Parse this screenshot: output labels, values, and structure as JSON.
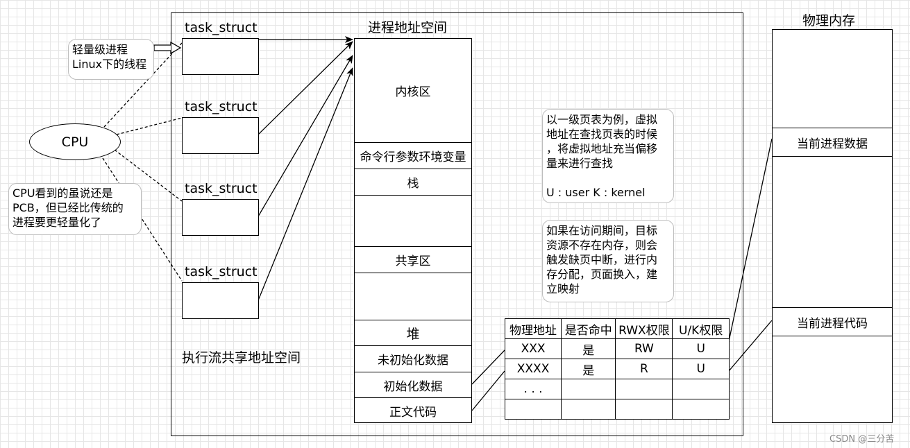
{
  "left_notes": {
    "lightweight": "轻量级进程\nLinux下的线程",
    "cpu_view": "CPU看到的虽说还是\nPCB，但已经比传统的\n进程要更轻量化了"
  },
  "cpu_label": "CPU",
  "task_struct_labels": [
    "task_struct",
    "task_struct",
    "task_struct",
    "task_struct"
  ],
  "shared_caption": "执行流共享地址空间",
  "address_space": {
    "title": "进程地址空间",
    "segments": {
      "kernel": "内核区",
      "cmdline_env": "命令行参数环境变量",
      "stack": "栈",
      "shared": "共享区",
      "heap": "堆",
      "bss": "未初始化数据",
      "data": "初始化数据",
      "text": "正文代码"
    }
  },
  "right_notes": {
    "page_table": "以一级页表为例，虚拟\n地址在查找页表的时候\n，将虚拟地址充当偏移\n量来进行查找\n\nU : user K : kernel",
    "page_fault": "如果在访问期间，目标\n资源不存在内存，则会\n触发缺页中断，进行内\n存分配，页面换入，建\n立映射"
  },
  "page_table": {
    "headers": [
      "物理地址",
      "是否命中",
      "RWX权限",
      "U/K权限"
    ],
    "rows": [
      [
        "XXX",
        "是",
        "RW",
        "U"
      ],
      [
        "XXXX",
        "是",
        "R",
        "U"
      ],
      [
        ". . .",
        "",
        "",
        ""
      ],
      [
        "",
        "",
        "",
        ""
      ]
    ]
  },
  "physical_memory": {
    "title": "物理内存",
    "data_label": "当前进程数据",
    "code_label": "当前进程代码"
  },
  "watermark": "CSDN @三分苦"
}
